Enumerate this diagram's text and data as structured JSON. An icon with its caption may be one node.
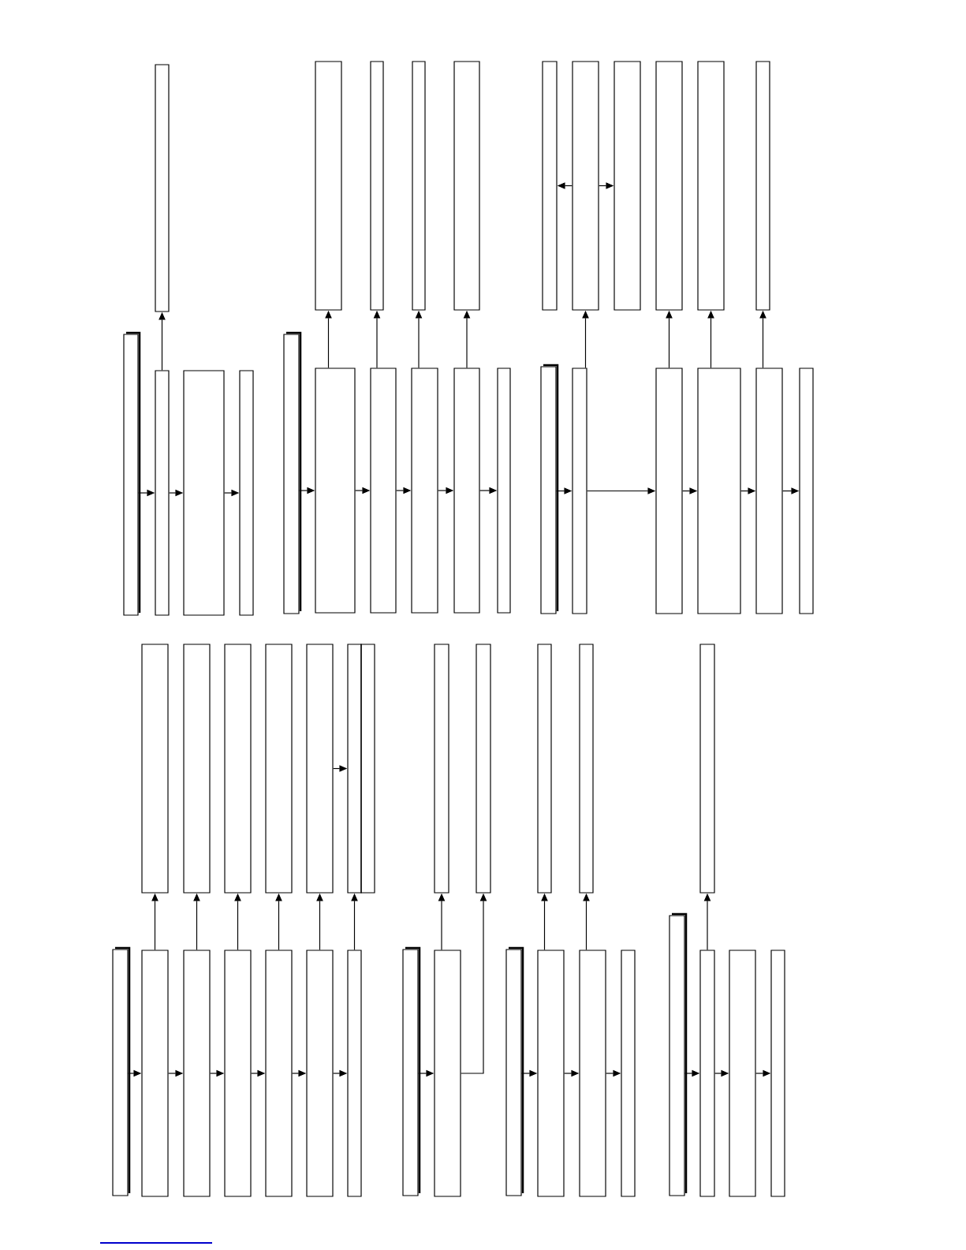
{
  "diagram": {
    "nodes": [
      {
        "text": [],
        "shape": "box"
      },
      {
        "text": [],
        "shape": "box"
      },
      {
        "text": [],
        "shape": "box"
      },
      {
        "text": [],
        "shape": "box"
      },
      {
        "text": [],
        "shape": "box"
      },
      {
        "text": [],
        "shape": "box"
      },
      {
        "text": [],
        "shape": "box"
      },
      {
        "text": [],
        "shape": "box"
      },
      {
        "text": [],
        "shape": "box"
      },
      {
        "text": [],
        "shape": "box"
      },
      {
        "text": [],
        "shape": "box"
      },
      {
        "text": [],
        "shape": "box"
      },
      {
        "text": [],
        "shape": "box"
      },
      {
        "text": [],
        "shape": "box"
      },
      {
        "text": [],
        "shape": "box"
      },
      {
        "text": [],
        "shape": "box"
      },
      {
        "text": [],
        "shape": "box"
      },
      {
        "text": [],
        "shape": "box"
      },
      {
        "text": [],
        "shape": "box"
      },
      {
        "text": [],
        "shape": "box"
      },
      {
        "text": [],
        "shape": "box"
      },
      {
        "text": [],
        "shape": "box"
      },
      {
        "text": [],
        "shape": "box"
      },
      {
        "text": [],
        "shape": "box"
      },
      {
        "text": [],
        "shape": "box"
      },
      {
        "text": [],
        "shape": "box"
      },
      {
        "text": [],
        "shape": "box"
      },
      {
        "text": [],
        "shape": "box"
      },
      {
        "text": [],
        "shape": "box"
      },
      {
        "text": [],
        "shape": "box"
      },
      {
        "text": [],
        "shape": "box"
      },
      {
        "text": [],
        "shape": "box"
      },
      {
        "text": [],
        "shape": "box"
      },
      {
        "text": [],
        "shape": "box"
      },
      {
        "text": [],
        "shape": "box"
      },
      {
        "text": [],
        "shape": "box"
      },
      {
        "text": [],
        "shape": "box"
      },
      {
        "text": [],
        "shape": "box"
      },
      {
        "text": [],
        "shape": "box"
      },
      {
        "text": [],
        "shape": "box"
      },
      {
        "text": [],
        "shape": "box"
      },
      {
        "text": [],
        "shape": "box"
      },
      {
        "text": [],
        "shape": "box"
      },
      {
        "text": [],
        "shape": "box"
      },
      {
        "text": [],
        "shape": "box"
      },
      {
        "text": [],
        "shape": "box"
      },
      {
        "text": [],
        "shape": "box"
      },
      {
        "text": [],
        "shape": "box"
      },
      {
        "text": [],
        "shape": "box"
      },
      {
        "text": [],
        "shape": "box"
      },
      {
        "text": [],
        "shape": "box"
      },
      {
        "text": [],
        "shape": "box"
      },
      {
        "text": [],
        "shape": "box"
      },
      {
        "text": [],
        "shape": "box"
      },
      {
        "text": [],
        "shape": "box"
      },
      {
        "text": [],
        "shape": "box"
      }
    ],
    "edges": [
      {
        "from": 0,
        "to": 1,
        "arrow": "to"
      },
      {
        "from": 1,
        "to": 2,
        "arrow": "to"
      },
      {
        "from": 2,
        "to": 3,
        "arrow": "to"
      },
      {
        "from": 1,
        "to": 4,
        "arrow": "to"
      },
      {
        "from": 5,
        "to": 6,
        "arrow": "to"
      },
      {
        "from": 6,
        "to": 7,
        "arrow": "to"
      },
      {
        "from": 7,
        "to": 8,
        "arrow": "to"
      },
      {
        "from": 8,
        "to": 9,
        "arrow": "to"
      },
      {
        "from": 9,
        "to": 10,
        "arrow": "to"
      },
      {
        "from": 6,
        "to": 11,
        "arrow": "to"
      },
      {
        "from": 7,
        "to": 12,
        "arrow": "to"
      },
      {
        "from": 8,
        "to": 13,
        "arrow": "to"
      },
      {
        "from": 9,
        "to": 14,
        "arrow": "to"
      },
      {
        "from": 15,
        "to": 16,
        "arrow": "to"
      },
      {
        "from": 16,
        "to": 17,
        "arrow": "to"
      },
      {
        "from": 17,
        "to": 18,
        "arrow": "to"
      },
      {
        "from": 18,
        "to": 19,
        "arrow": "to"
      },
      {
        "from": 19,
        "to": 20,
        "arrow": "to"
      },
      {
        "from": 16,
        "to": 22,
        "arrow": "to"
      },
      {
        "from": 17,
        "to": 24,
        "arrow": "to"
      },
      {
        "from": 18,
        "to": 25,
        "arrow": "to"
      },
      {
        "from": 19,
        "to": 26,
        "arrow": "to"
      },
      {
        "from": 22,
        "to": 21,
        "arrow": "to"
      },
      {
        "from": 22,
        "to": 23,
        "arrow": "to"
      },
      {
        "from": 27,
        "to": 28,
        "arrow": "to"
      },
      {
        "from": 28,
        "to": 29,
        "arrow": "to"
      },
      {
        "from": 29,
        "to": 30,
        "arrow": "to"
      },
      {
        "from": 30,
        "to": 31,
        "arrow": "to"
      },
      {
        "from": 31,
        "to": 32,
        "arrow": "to"
      },
      {
        "from": 32,
        "to": 33,
        "arrow": "to"
      },
      {
        "from": 28,
        "to": 34,
        "arrow": "to"
      },
      {
        "from": 29,
        "to": 35,
        "arrow": "to"
      },
      {
        "from": 30,
        "to": 36,
        "arrow": "to"
      },
      {
        "from": 31,
        "to": 37,
        "arrow": "to"
      },
      {
        "from": 32,
        "to": 38,
        "arrow": "to"
      },
      {
        "from": 33,
        "to": 39,
        "arrow": "to"
      },
      {
        "from": 38,
        "to": 39,
        "arrow": "to"
      },
      {
        "from": 41,
        "to": 42,
        "arrow": "to"
      },
      {
        "from": 42,
        "to": 43,
        "arrow": "to"
      },
      {
        "from": 42,
        "to": 44,
        "arrow": "to"
      },
      {
        "from": 45,
        "to": 46,
        "arrow": "to"
      },
      {
        "from": 46,
        "to": 47,
        "arrow": "to"
      },
      {
        "from": 47,
        "to": 48,
        "arrow": "to"
      },
      {
        "from": 46,
        "to": 49,
        "arrow": "to"
      },
      {
        "from": 47,
        "to": 50,
        "arrow": "to"
      },
      {
        "from": 51,
        "to": 52,
        "arrow": "to"
      },
      {
        "from": 52,
        "to": 53,
        "arrow": "to"
      },
      {
        "from": 53,
        "to": 54,
        "arrow": "to"
      },
      {
        "from": 52,
        "to": 55,
        "arrow": "to"
      }
    ]
  }
}
